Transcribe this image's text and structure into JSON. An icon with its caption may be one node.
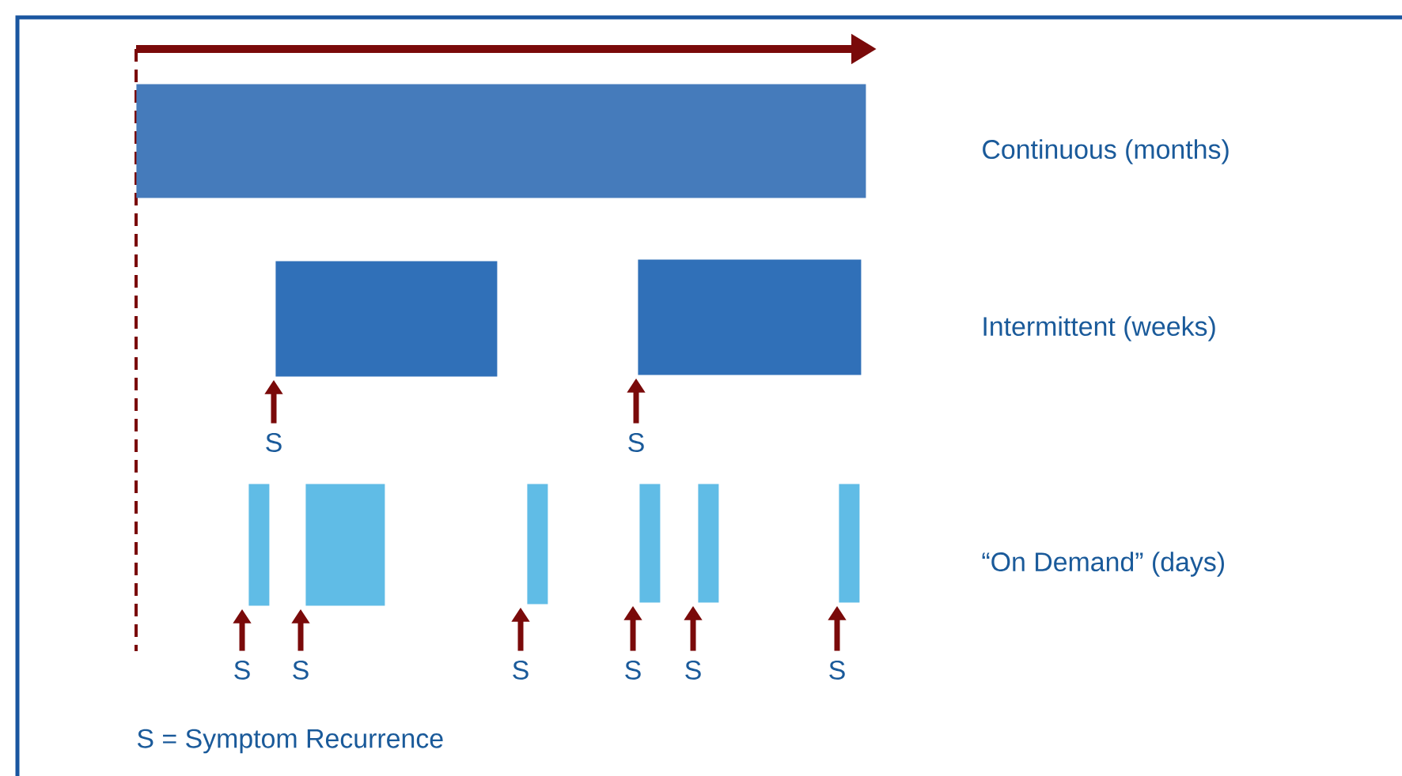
{
  "diagram": {
    "nodes": [
      {
        "text": [],
        "shape": "bar"
      },
      {
        "text": [],
        "shape": "bar"
      },
      {
        "text": [],
        "shape": "bar"
      },
      {
        "text": [
          "S"
        ]
      },
      {
        "text": [
          "S"
        ]
      },
      {
        "text": [],
        "shape": "bar"
      },
      {
        "text": [],
        "shape": "bar"
      },
      {
        "text": [],
        "shape": "bar"
      },
      {
        "text": [],
        "shape": "bar"
      },
      {
        "text": [],
        "shape": "bar"
      },
      {
        "text": [],
        "shape": "bar"
      },
      {
        "text": [
          "S"
        ]
      },
      {
        "text": [
          "S"
        ]
      },
      {
        "text": [
          "S"
        ]
      },
      {
        "text": [
          "S"
        ]
      },
      {
        "text": [
          "S"
        ]
      },
      {
        "text": [
          "S"
        ]
      }
    ],
    "edges": [
      {
        "from": 3,
        "to": 1,
        "arrow": "to"
      },
      {
        "from": 4,
        "to": 2,
        "arrow": "to"
      },
      {
        "from": 11,
        "to": 5,
        "arrow": "to"
      },
      {
        "from": 12,
        "to": 6,
        "arrow": "to"
      },
      {
        "from": 13,
        "to": 7,
        "arrow": "to"
      },
      {
        "from": 14,
        "to": 8,
        "arrow": "to"
      },
      {
        "from": 15,
        "to": 9,
        "arrow": "to"
      },
      {
        "from": 16,
        "to": 10,
        "arrow": "to"
      }
    ],
    "labels": [
      "Continuous (months)",
      "Intermittent (weeks)",
      "“On Demand” (days)",
      "S = Symptom Recurrence"
    ]
  }
}
